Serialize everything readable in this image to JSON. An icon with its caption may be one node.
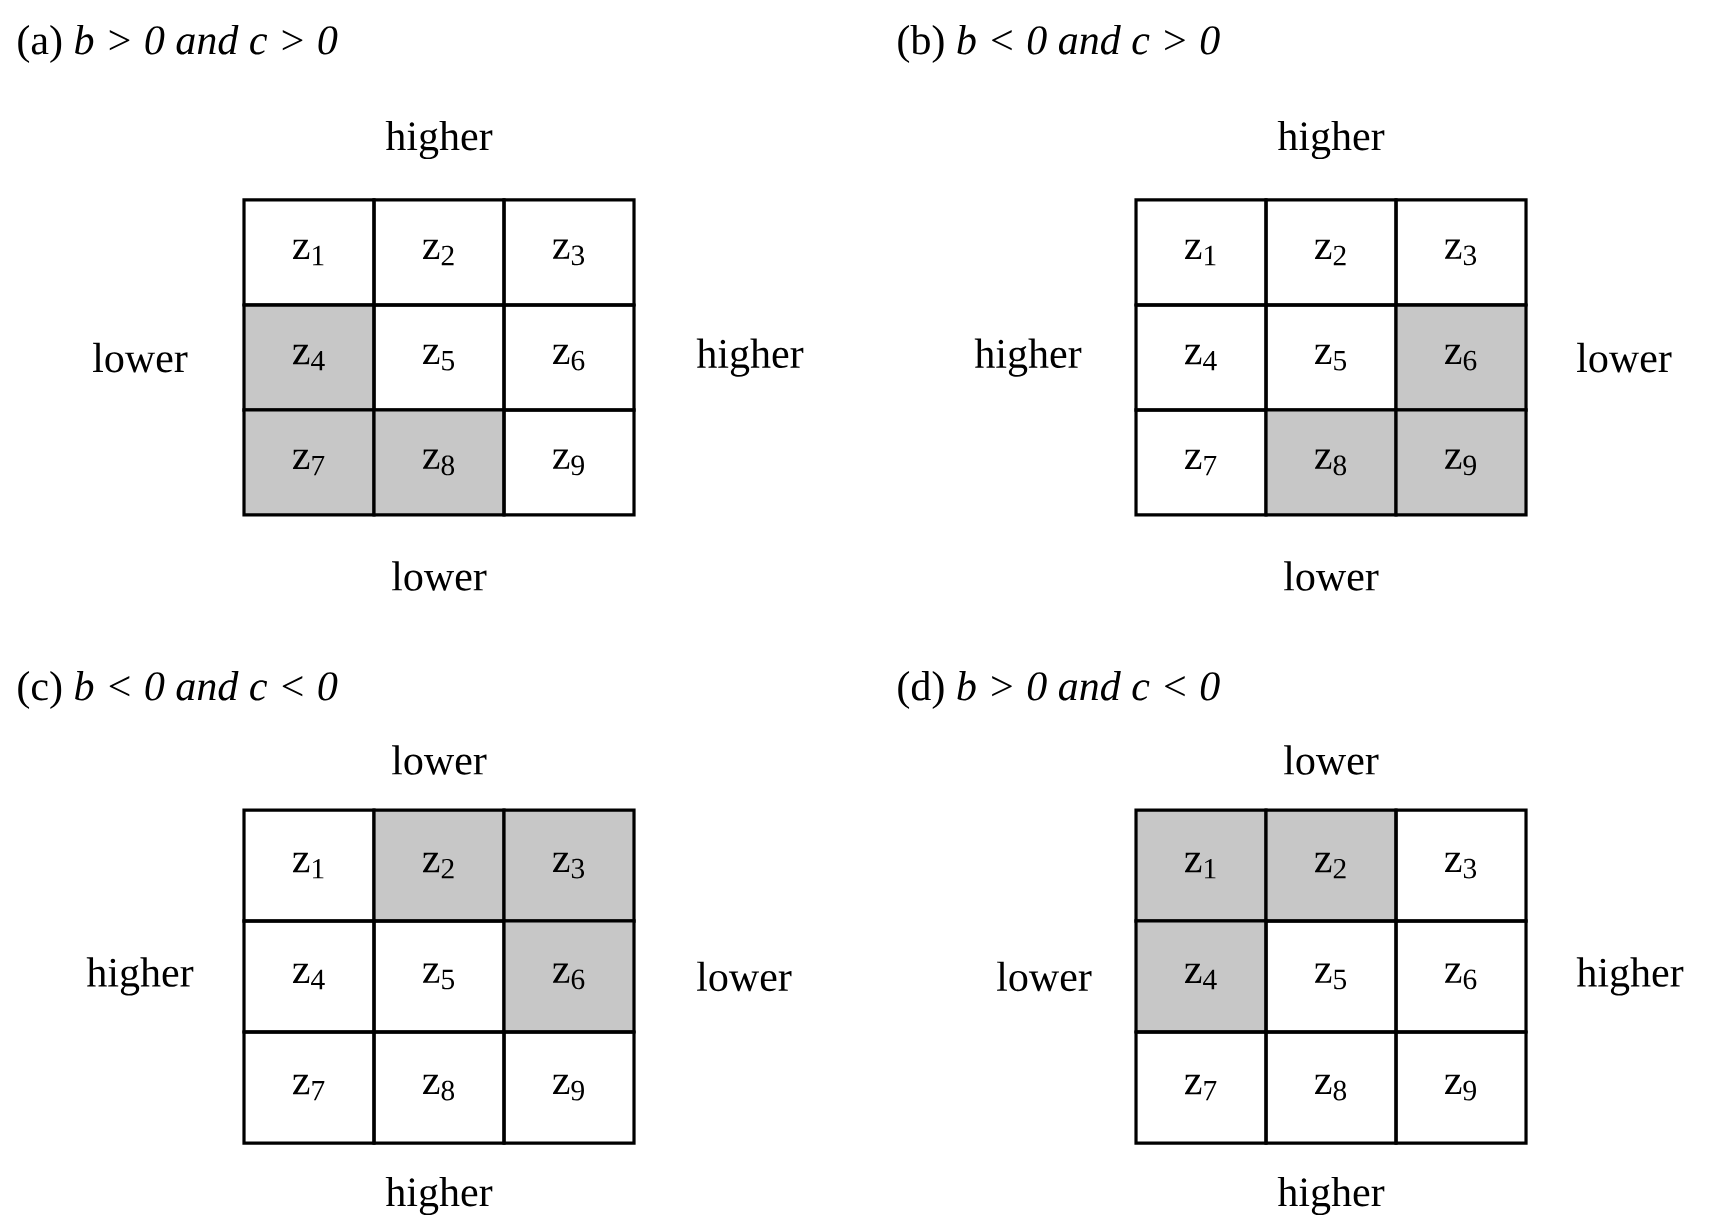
{
  "diagram": {
    "nodes": [
      {
        "text": [
          "z$_{1}$"
        ]
      },
      {
        "text": [
          "z$_{2}$"
        ]
      },
      {
        "text": [
          "z$_{3}$"
        ]
      },
      {
        "text": [
          "z$_{4}$"
        ]
      },
      {
        "text": [
          "z$_{5}$"
        ]
      },
      {
        "text": [
          "z$_{6}$"
        ]
      },
      {
        "text": [
          "z$_{7}$"
        ]
      },
      {
        "text": [
          "z$_{8}$"
        ]
      },
      {
        "text": [
          "z$_{9}$"
        ]
      },
      {
        "text": [
          "z$_{1}$"
        ]
      },
      {
        "text": [
          "z$_{2}$"
        ]
      },
      {
        "text": [
          "z$_{3}$"
        ]
      },
      {
        "text": [
          "z$_{4}$"
        ]
      },
      {
        "text": [
          "z$_{5}$"
        ]
      },
      {
        "text": [
          "z$_{6}$"
        ]
      },
      {
        "text": [
          "z$_{7}$"
        ]
      },
      {
        "text": [
          "z$_{8}$"
        ]
      },
      {
        "text": [
          "z$_{9}$"
        ]
      },
      {
        "text": [
          "z$_{1}$"
        ]
      },
      {
        "text": [
          "z$_{2}$"
        ]
      },
      {
        "text": [
          "z$_{3}$"
        ]
      },
      {
        "text": [
          "z$_{4}$"
        ]
      },
      {
        "text": [
          "z$_{5}$"
        ]
      },
      {
        "text": [
          "z$_{6}$"
        ]
      },
      {
        "text": [
          "z$_{7}$"
        ]
      },
      {
        "text": [
          "z$_{8}$"
        ]
      },
      {
        "text": [
          "z$_{9}$"
        ]
      },
      {
        "text": [
          "z$_{1}$"
        ]
      },
      {
        "text": [
          "z$_{2}$"
        ]
      },
      {
        "text": [
          "z$_{3}$"
        ]
      },
      {
        "text": [
          "z$_{4}$"
        ]
      },
      {
        "text": [
          "z$_{5}$"
        ]
      },
      {
        "text": [
          "z$_{6}$"
        ]
      },
      {
        "text": [
          "z$_{7}$"
        ]
      },
      {
        "text": [
          "z$_{8}$"
        ]
      },
      {
        "text": [
          "z$_{9}$"
        ]
      }
    ],
    "labels": [
      "(a) *b > 0 and c > 0*",
      "higher",
      "lower",
      "higher",
      "lower",
      "(b) *b < 0 and c > 0*",
      "higher",
      "higher",
      "lower",
      "lower",
      "(c) *b < 0 and c < 0*",
      "lower",
      "higher",
      "lower",
      "higher",
      "(d) *b > 0 and c < 0*",
      "lower",
      "lower",
      "higher",
      "higher"
    ]
  }
}
